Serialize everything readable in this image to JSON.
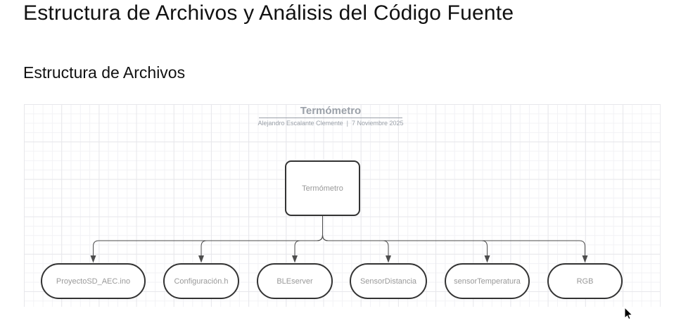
{
  "page": {
    "title": "Estructura de Archivos y Análisis del Código Fuente",
    "section_heading": "Estructura de Archivos"
  },
  "diagram": {
    "header": {
      "title": "Termómetro",
      "author": "Alejandro Escalante Clemente",
      "separator": "|",
      "date": "7 Noviembre 2025"
    },
    "root": {
      "label": "Termómetro"
    },
    "children": [
      {
        "label": "ProyectoSD_AEC.ino"
      },
      {
        "label": "Configuración.h"
      },
      {
        "label": "BLEserver"
      },
      {
        "label": "SensorDistancia"
      },
      {
        "label": "sensorTemperatura"
      },
      {
        "label": "RGB"
      }
    ],
    "colors": {
      "node_border": "#333333",
      "node_text": "#999999",
      "connector": "#4d4d4d",
      "header_text": "#9aa0a8",
      "grid_minor": "#f2f2f5",
      "grid_major": "#e7e7eb"
    }
  }
}
